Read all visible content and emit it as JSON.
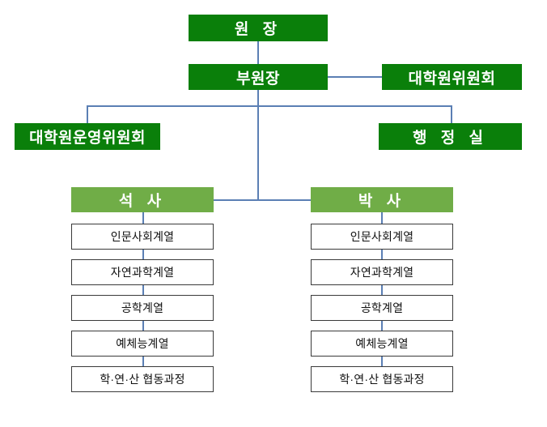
{
  "diagram": {
    "title": "Graduate School Organization Chart",
    "type": "organizational-chart",
    "colors": {
      "dark_green": "#0a7f0a",
      "mid_green": "#70ad47",
      "leaf_background": "#ffffff",
      "leaf_border": "#3a3a3a",
      "connector_blue": "#5b7fb4",
      "connector_dark": "#404040",
      "node_text": "#ffffff",
      "leaf_text": "#111111"
    },
    "nodes": {
      "director": {
        "label": "원  장"
      },
      "vice_director": {
        "label": "부원장"
      },
      "graduate_committee": {
        "label": "대학원위원회"
      },
      "graduate_operating_committee": {
        "label": "대학원운영위원회"
      },
      "administration_office": {
        "label": "행 정 실"
      },
      "masters": {
        "label": "석  사"
      },
      "doctorate": {
        "label": "박  사"
      }
    },
    "masters_programs": [
      {
        "label": "인문사회계열"
      },
      {
        "label": "자연과학계열"
      },
      {
        "label": "공학계열"
      },
      {
        "label": "예체능계열"
      },
      {
        "label": "학·연·산 협동과정"
      }
    ],
    "doctorate_programs": [
      {
        "label": "인문사회계열"
      },
      {
        "label": "자연과학계열"
      },
      {
        "label": "공학계열"
      },
      {
        "label": "예체능계열"
      },
      {
        "label": "학·연·산 협동과정"
      }
    ]
  }
}
